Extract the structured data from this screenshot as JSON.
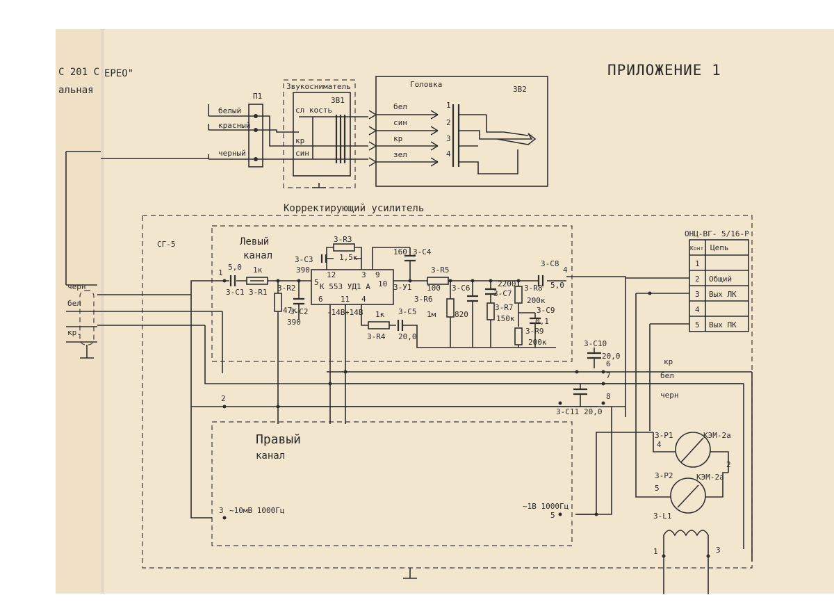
{
  "header": {
    "title": "ПРИЛОЖЕНИЕ 1",
    "left_fragment_1": "С 201 С",
    "left_fragment_2": "ЕРЕО\"",
    "left_fragment_3": "альная"
  },
  "pickup": {
    "connector": "П1",
    "wires": [
      "белый",
      "красный",
      "черный"
    ],
    "cartridge_title": "Звукосниматель",
    "cartridge_ref": "ЗВ1",
    "cartridge_pins": [
      "сл кость",
      "кр",
      "син"
    ],
    "head_title": "Головка",
    "head_ref": "ЗВ2",
    "head_wires": [
      "бел",
      "син",
      "кр",
      "зел"
    ],
    "head_pins": [
      "1",
      "2",
      "3",
      "4"
    ]
  },
  "amplifier": {
    "title": "Корректирующий усилитель",
    "block": "СГ-5",
    "left_channel": [
      "Левый",
      "канал"
    ],
    "right_channel": [
      "Правый",
      "канал"
    ],
    "ic": "К 553 УД1 А",
    "ic_pins": [
      "12",
      "3",
      "9",
      "5",
      "10",
      "6",
      "11",
      "4"
    ],
    "supply": [
      "-14В",
      "+14В"
    ],
    "input_wires": [
      "черн",
      "бел",
      "кр."
    ]
  },
  "components": {
    "c1": [
      "5,0",
      "3-С1"
    ],
    "r1": [
      "1к",
      "3-R1"
    ],
    "c3": [
      "3-С3",
      "390"
    ],
    "r2": [
      "3-R2",
      "47к"
    ],
    "c2": [
      "3-С2",
      "390"
    ],
    "r3": [
      "3-R3",
      "1,5к"
    ],
    "c4": [
      "160",
      "3-С4"
    ],
    "u1": "3-У1",
    "r5": [
      "3-R5",
      "100"
    ],
    "r6": [
      "3-R6",
      "1м"
    ],
    "c6": [
      "3-С6",
      "820"
    ],
    "c7": [
      "2200",
      "3-С7"
    ],
    "r7": [
      "3-R7",
      "150к"
    ],
    "r8": [
      "3-R8",
      "200к"
    ],
    "c9": [
      "3-С9",
      "0,1"
    ],
    "r9": [
      "3-R9",
      "200к"
    ],
    "c8": [
      "3-С8",
      "5,0"
    ],
    "r4": [
      "1к",
      "3-R4"
    ],
    "c5": [
      "3-С5",
      "20,0"
    ],
    "c10": [
      "3-С10",
      "20,0"
    ],
    "c11": [
      "3-С11",
      "20,0"
    ]
  },
  "nodes": [
    "1",
    "2",
    "3",
    "4",
    "5",
    "6",
    "7",
    "8"
  ],
  "signals": {
    "in": "~10мВ  1000Гц",
    "out": "~1В  1000Гц"
  },
  "bus_wires": [
    "кр",
    "бел",
    "черн"
  ],
  "output_connector": {
    "title": "ОНЦ-ВГ- 5/16-Р",
    "headers": [
      "Конт.",
      "Цепь"
    ],
    "rows": [
      {
        "pin": "1",
        "net": ""
      },
      {
        "pin": "2",
        "net": "Общий"
      },
      {
        "pin": "3",
        "net": "Вых ЛК"
      },
      {
        "pin": "4",
        "net": ""
      },
      {
        "pin": "5",
        "net": "Вых ПК"
      }
    ]
  },
  "relays": {
    "p1": [
      "3-Р1",
      "КЭМ-2а",
      "4"
    ],
    "p2": [
      "3-Р2",
      "КЭМ-2а",
      "5"
    ],
    "common_pin": "2",
    "coil": [
      "3-L1",
      "1",
      "3"
    ]
  }
}
